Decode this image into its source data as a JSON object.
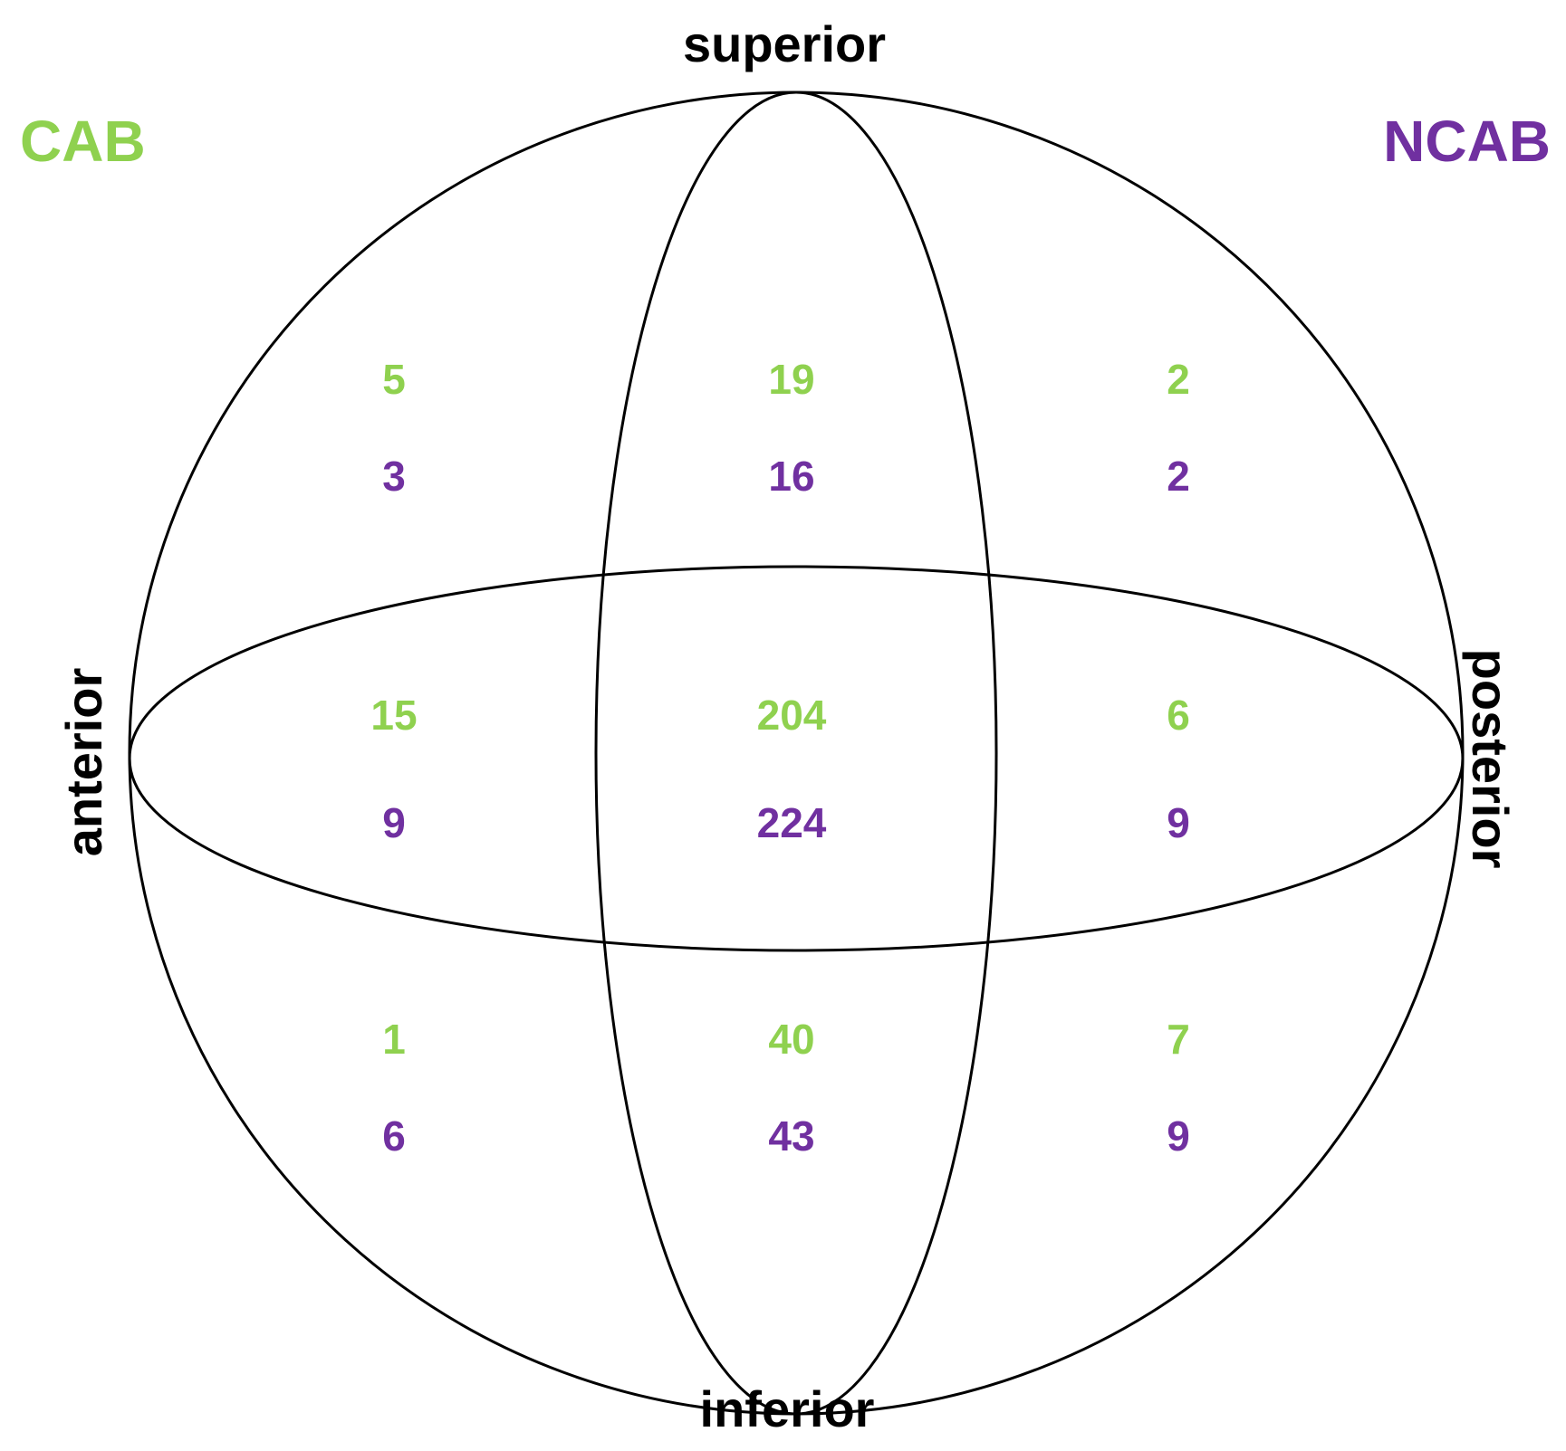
{
  "labels": {
    "top": "superior",
    "bottom": "inferior",
    "left": "anterior",
    "right": "posterior"
  },
  "legend": {
    "group1": {
      "label": "CAB",
      "color": "#8fd14f"
    },
    "group2": {
      "label": "NCAB",
      "color": "#7030a0"
    }
  },
  "regions": {
    "superior_anterior": {
      "cab": "5",
      "ncab": "3"
    },
    "superior_middle": {
      "cab": "19",
      "ncab": "16"
    },
    "superior_posterior": {
      "cab": "2",
      "ncab": "2"
    },
    "middle_anterior": {
      "cab": "15",
      "ncab": "9"
    },
    "center": {
      "cab": "204",
      "ncab": "224"
    },
    "middle_posterior": {
      "cab": "6",
      "ncab": "9"
    },
    "inferior_anterior": {
      "cab": "1",
      "ncab": "6"
    },
    "inferior_middle": {
      "cab": "40",
      "ncab": "43"
    },
    "inferior_posterior": {
      "cab": "7",
      "ncab": "9"
    }
  }
}
